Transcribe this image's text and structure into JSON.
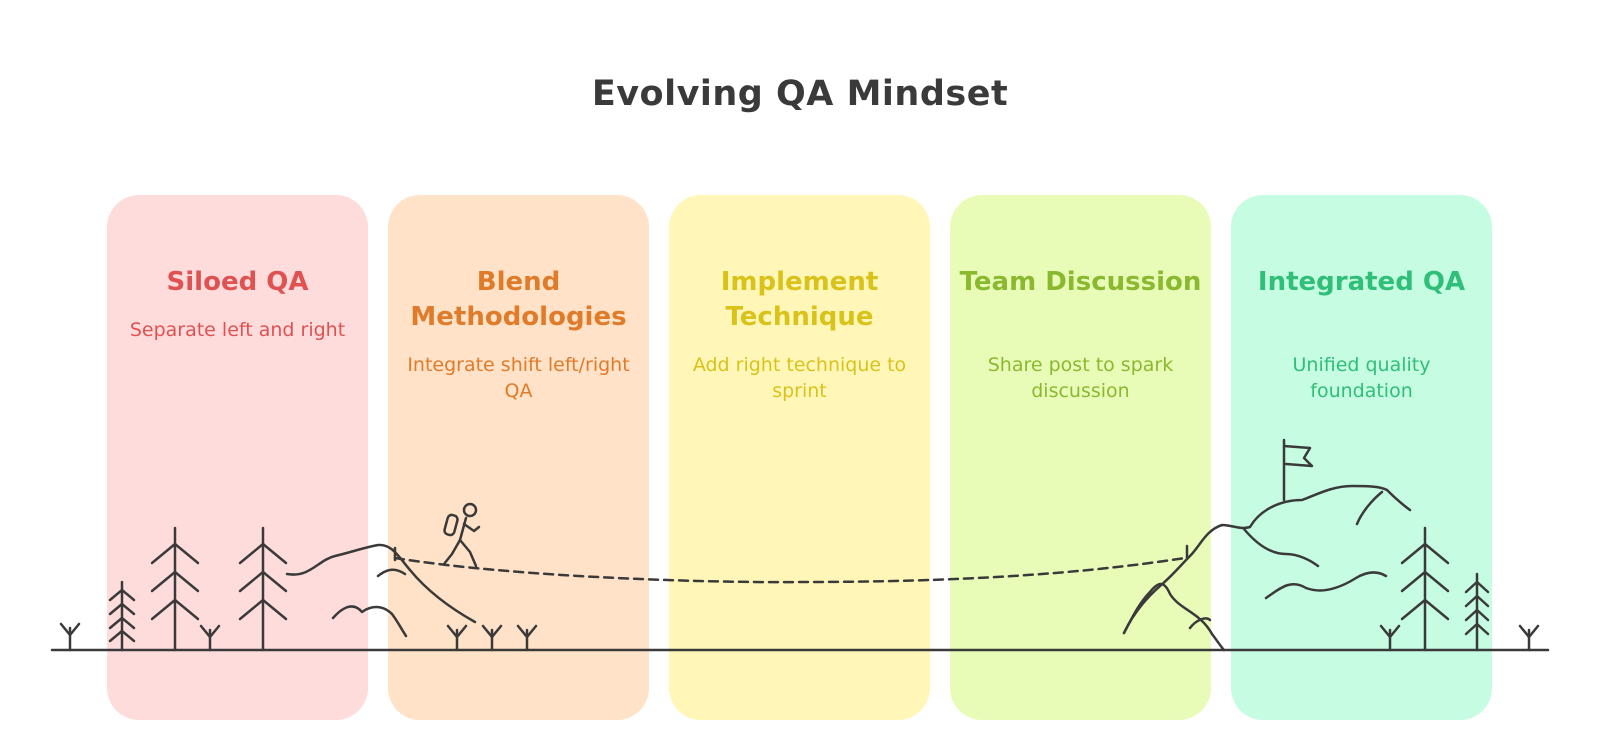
{
  "title": "Evolving QA Mindset",
  "stages": [
    {
      "heading": "Siloed QA",
      "description": "Separate left and right",
      "bg_color": "#ffdcdc",
      "text_color": "#e05252"
    },
    {
      "heading": "Blend Methodologies",
      "description": "Integrate shift left/right QA",
      "bg_color": "#ffe2c8",
      "text_color": "#e07b2a"
    },
    {
      "heading": "Implement Technique",
      "description": "Add right technique to sprint",
      "bg_color": "#fff6b8",
      "text_color": "#d9c21a"
    },
    {
      "heading": "Team Discussion",
      "description": "Share post to spark discussion",
      "bg_color": "#e8fcb8",
      "text_color": "#8ab92f"
    },
    {
      "heading": "Integrated QA",
      "description": "Unified quality foundation",
      "bg_color": "#c6fce2",
      "text_color": "#2fbf78"
    }
  ],
  "illustration_color": "#3a3a3a"
}
